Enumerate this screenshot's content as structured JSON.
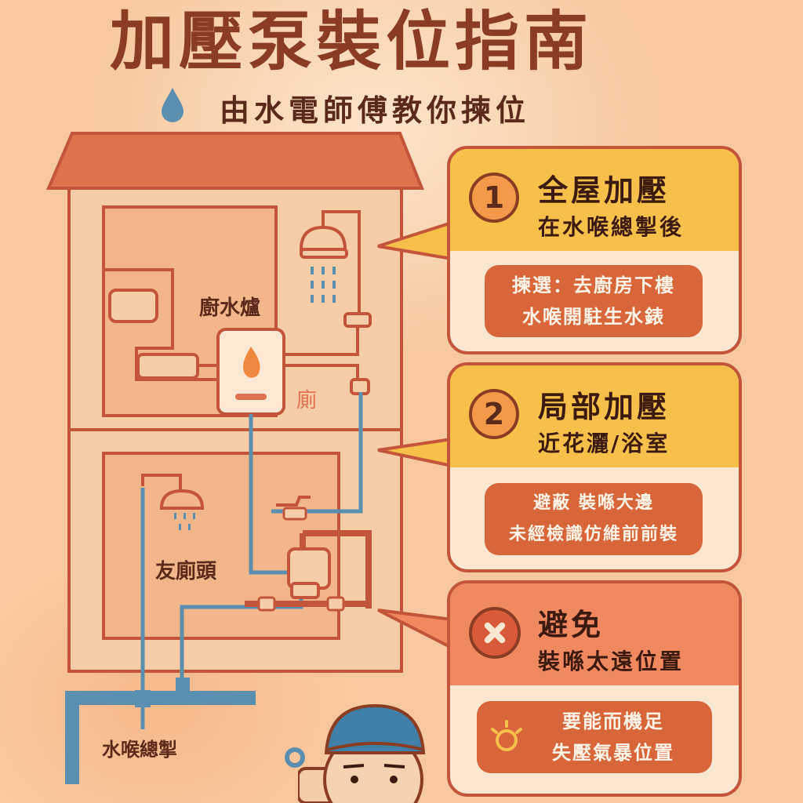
{
  "header": {
    "title": "加壓泵裝位指南",
    "subtitle": "由水電師傅教你揀位"
  },
  "house": {
    "rooms": {
      "upper": "廚水爐",
      "middle_mark": "廁",
      "lower": "友廁頭",
      "main_pipe": "水喉總掣"
    }
  },
  "cards": [
    {
      "number": "1",
      "title": "全屋加壓",
      "subtitle": "在水喉總掣後",
      "tip_lines": [
        "揀選：去廚房下樓",
        "水喉開駐生水錶"
      ]
    },
    {
      "number": "2",
      "title": "局部加壓",
      "subtitle": "近花灑/浴室",
      "tip_lines": [
        "避蔽 裝喺大邊",
        "未經檢識仿維前前裝"
      ]
    },
    {
      "title": "避免",
      "subtitle": "裝喺太遠位置",
      "tip_lines": [
        "要能而機足",
        "失壓氣暴位置"
      ]
    }
  ],
  "colors": {
    "background": "#f8c9a0",
    "roof": "#e0714f",
    "wall": "#f6cda6",
    "outline": "#c2553a",
    "water_pipe": "#5b8fb0",
    "card_head_yellow": "#f7c04a",
    "card_head_avoid": "#f0895f",
    "tip_box": "#d9653a",
    "title_text": "#8a3d22"
  },
  "icons": [
    "water-drop-icon",
    "shower-head-icon",
    "water-heater-icon",
    "flame-icon",
    "pump-icon",
    "tap-icon",
    "lightbulb-icon",
    "cross-icon",
    "plumber-icon"
  ]
}
